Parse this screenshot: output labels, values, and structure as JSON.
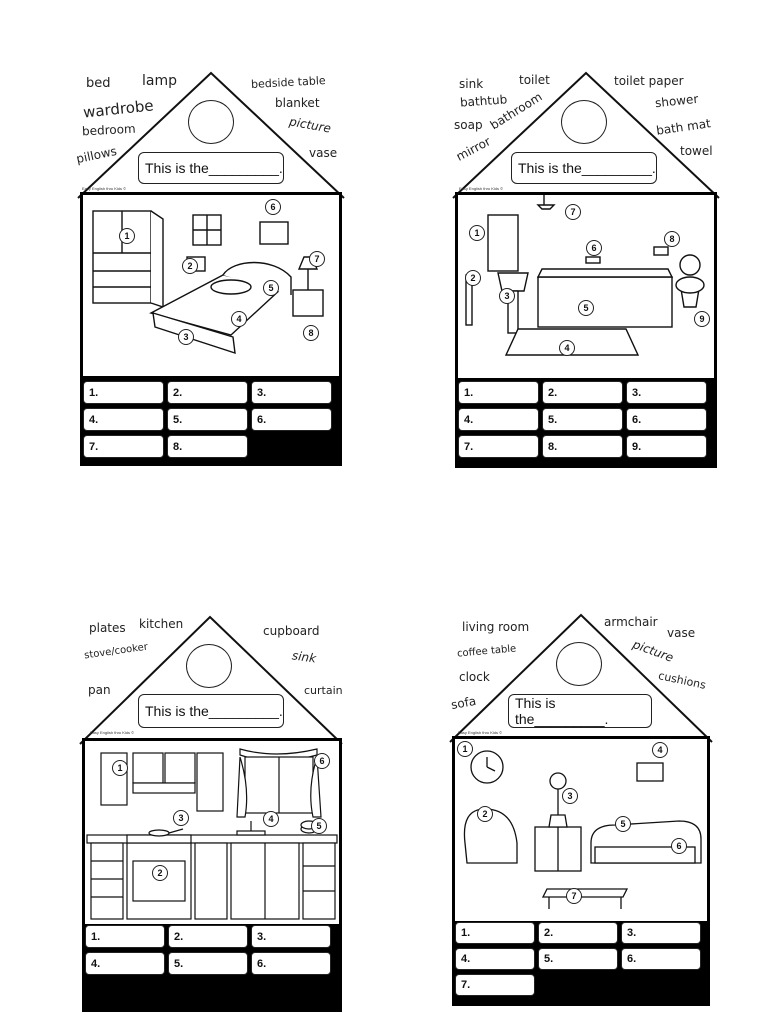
{
  "bedroom": {
    "words": [
      "bed",
      "lamp",
      "wardrobe",
      "bedroom",
      "pillows",
      "bedside table",
      "blanket",
      "picture",
      "vase"
    ],
    "prompt": "This is the_________.",
    "credit": "Easy English thru Kids ©",
    "markers": [
      "1",
      "2",
      "3",
      "4",
      "5",
      "6",
      "7",
      "8"
    ],
    "answers": [
      "1.",
      "2.",
      "3.",
      "4.",
      "5.",
      "6.",
      "7.",
      "8."
    ]
  },
  "bathroom": {
    "words": [
      "sink",
      "toilet",
      "bathtub",
      "bathroom",
      "soap",
      "mirror",
      "toilet paper",
      "shower",
      "bath mat",
      "towel"
    ],
    "prompt": "This is the_________.",
    "credit": "Easy English thru Kids ©",
    "markers": [
      "1",
      "2",
      "3",
      "4",
      "5",
      "6",
      "7",
      "8",
      "9"
    ],
    "answers": [
      "1.",
      "2.",
      "3.",
      "4.",
      "5.",
      "6.",
      "7.",
      "8.",
      "9."
    ]
  },
  "kitchen": {
    "words": [
      "plates",
      "kitchen",
      "stove/cooker",
      "pan",
      "cupboard",
      "sink",
      "curtain"
    ],
    "prompt": "This is the_________.",
    "credit": "Easy English thru Kids ©",
    "markers": [
      "1",
      "2",
      "3",
      "4",
      "5",
      "6"
    ],
    "answers": [
      "1.",
      "2.",
      "3.",
      "4.",
      "5.",
      "6."
    ]
  },
  "living_room": {
    "words": [
      "living room",
      "coffee table",
      "clock",
      "sofa",
      "armchair",
      "vase",
      "picture",
      "cushions"
    ],
    "prompt": "This is the_________.",
    "credit": "Easy English thru Kids ©",
    "markers": [
      "1",
      "2",
      "3",
      "4",
      "5",
      "6",
      "7"
    ],
    "answers": [
      "1.",
      "2.",
      "3.",
      "4.",
      "5.",
      "6.",
      "7."
    ]
  }
}
